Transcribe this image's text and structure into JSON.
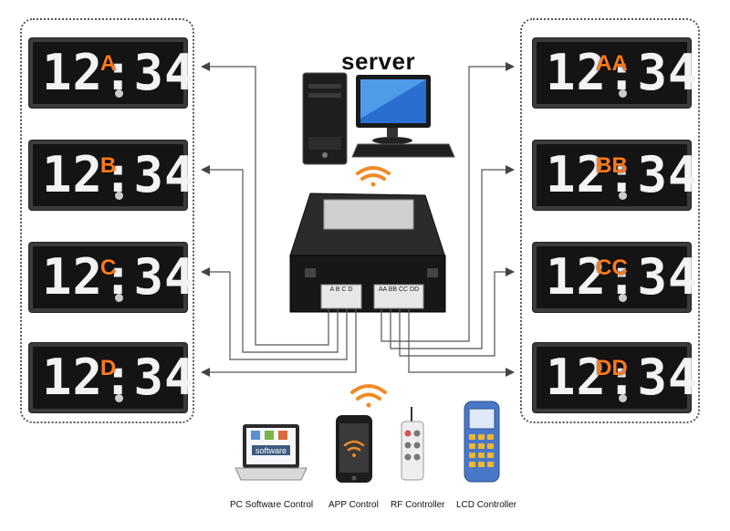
{
  "server_label": "server",
  "display_digits": "12:34",
  "left_signs": [
    "A",
    "B",
    "C",
    "D"
  ],
  "right_signs": [
    "AA",
    "BB",
    "CC",
    "DD"
  ],
  "terminals_left": "A B C D",
  "terminals_right": "AA BB CC DD",
  "controls": [
    {
      "label": "PC Software Control",
      "screen_text": "software",
      "icon": "laptop-icon"
    },
    {
      "label": "APP Control",
      "icon": "smartphone-icon"
    },
    {
      "label": "RF Controller",
      "icon": "rf-remote-icon"
    },
    {
      "label": "LCD Controller",
      "icon": "lcd-controller-icon"
    }
  ],
  "colors": {
    "led_text": "#f3f3f3",
    "sign_letter": "#ff7a1a",
    "wifi": "#f08a24",
    "sign_bg": "#141414"
  }
}
